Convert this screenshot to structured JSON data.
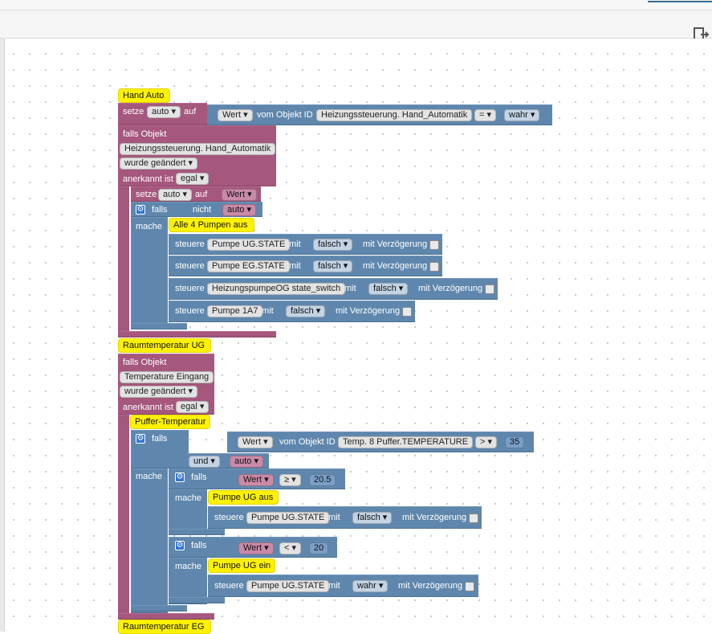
{
  "app": {
    "exit_icon": "exit-icon"
  },
  "colors": {
    "logic": "#a5577d",
    "control": "#5f87ad",
    "comment": "#fff200"
  },
  "blocks": {
    "c_hand_auto": "Hand Auto",
    "setze": "setze",
    "auto": "auto",
    "auf": "auf",
    "wert": "Wert",
    "vom_objekt_id": "vom Objekt ID",
    "obj_hand_automatik": "Heizungssteuerung. Hand_Automatik",
    "eq": "=",
    "wahr": "wahr",
    "falls_objekt": "falls Objekt",
    "wurde_geaendert": "wurde geändert",
    "anerkannt_ist": "anerkannt ist",
    "egal": "egal",
    "falls": "falls",
    "nicht": "nicht",
    "mache": "mache",
    "c_alle_pumpen": "Alle 4 Pumpen aus",
    "steuere": "steuere",
    "mit": "mit",
    "falsch": "falsch",
    "mit_verzoegerung": "mit Verzögerung",
    "pumpe_ug": "Pumpe UG.STATE",
    "pumpe_eg": "Pumpe EG.STATE",
    "pumpe_og": "HeizungspumpeOG state_switch",
    "pumpe_1a7": "Pumpe 1A7",
    "c_raum_ug": "Raumtemperatur UG",
    "obj_temp_eingang": "Temperature Eingang",
    "c_puffer": "Puffer-Temperatur",
    "obj_puffer": "Temp. 8 Puffer.TEMPERATURE",
    "gt": ">",
    "v35": "35",
    "und": "und",
    "ge": "≥",
    "v20_5": "20.5",
    "c_pumpe_ug_aus": "Pumpe UG aus",
    "lt": "<",
    "v20": "20",
    "c_pumpe_ug_ein": "Pumpe UG ein",
    "c_raum_eg": "Raumtemperatur EG"
  }
}
